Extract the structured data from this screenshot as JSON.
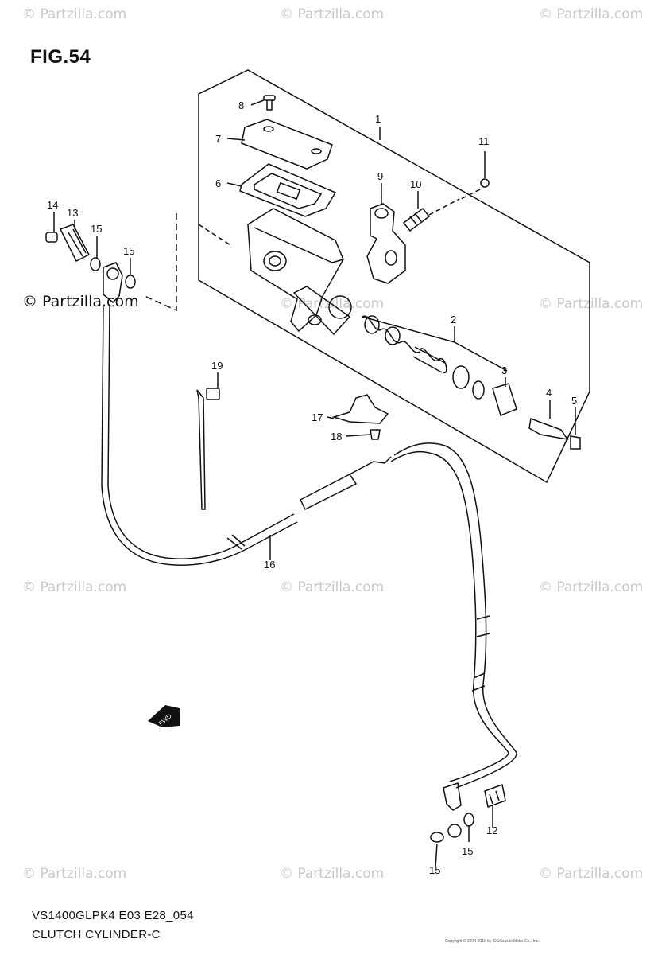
{
  "figure_title": "FIG.54",
  "model_code": "VS1400GLPK4 E03 E28_054",
  "section_title": "CLUTCH CYLINDER-C",
  "watermark_text": "© Partzilla.com",
  "copyright_fine_print": "Copyright © 2004-2016 by IDS/Suzuki Motor Co., Inc.",
  "callouts": [
    "1",
    "2",
    "3",
    "4",
    "5",
    "6",
    "7",
    "8",
    "9",
    "10",
    "11",
    "12",
    "13",
    "14",
    "15",
    "15",
    "15",
    "15",
    "16",
    "17",
    "18",
    "19"
  ],
  "fwd_arrow_text": "FWD"
}
